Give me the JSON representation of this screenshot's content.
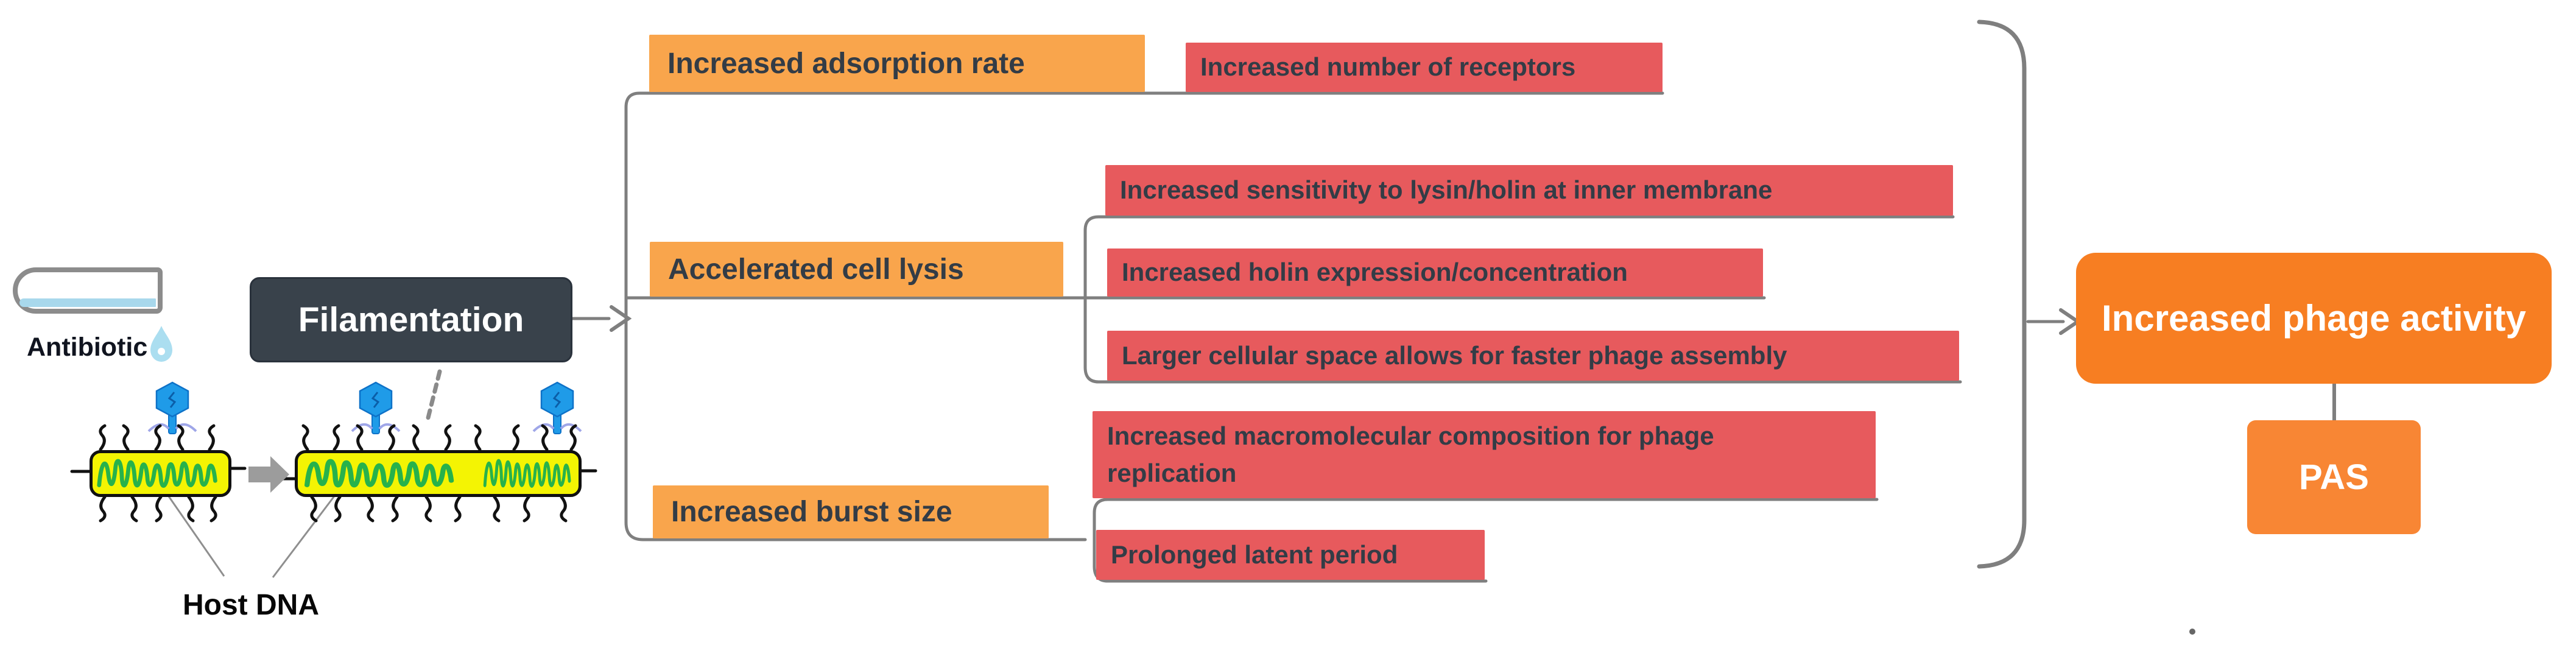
{
  "diagram": {
    "antibiotic_label": "Antibiotic",
    "filamentation_label": "Filamentation",
    "host_dna_label": "Host DNA",
    "topics": [
      {
        "label": "Increased adsorption rate"
      },
      {
        "label": "Accelerated cell lysis"
      },
      {
        "label": "Increased burst size"
      }
    ],
    "factors": [
      {
        "label": "Increased number of receptors"
      },
      {
        "label": "Increased  sensitivity to lysin/holin at inner membrane"
      },
      {
        "label": "Increased holin expression/concentration"
      },
      {
        "label": "Larger cellular space allows for faster phage assembly"
      },
      {
        "label": "Increased macromolecular composition for phage replication"
      },
      {
        "label": "Prolonged latent period"
      }
    ],
    "outcome_label": "Increased phage activity",
    "result_label": "PAS"
  },
  "icons": {
    "antibiotic_capsule": "antibiotic-capsule-icon",
    "droplet": "water-droplet-icon",
    "phage": "bacteriophage-icon",
    "bacterium": "bacterium-cell",
    "dna": "host-dna-squiggle",
    "transform_arrow": "elongation-arrow-icon",
    "grouping_brace": "grouping-brace"
  },
  "colors": {
    "topic_orange": "#F9A54C",
    "factor_red": "#E75A5D",
    "outcome_orange": "#F77E22",
    "result_orange": "#F88634",
    "dark_box": "#39424B",
    "box_text": "#333C46",
    "line_gray": "#7F7F7F",
    "cell_yellow": "#F4F403",
    "dna_green": "#27B24B",
    "phage_blue": "#1F9BE8",
    "leg_lavender": "#9FA6E8",
    "liquid_blue": "#A8D8EC"
  }
}
